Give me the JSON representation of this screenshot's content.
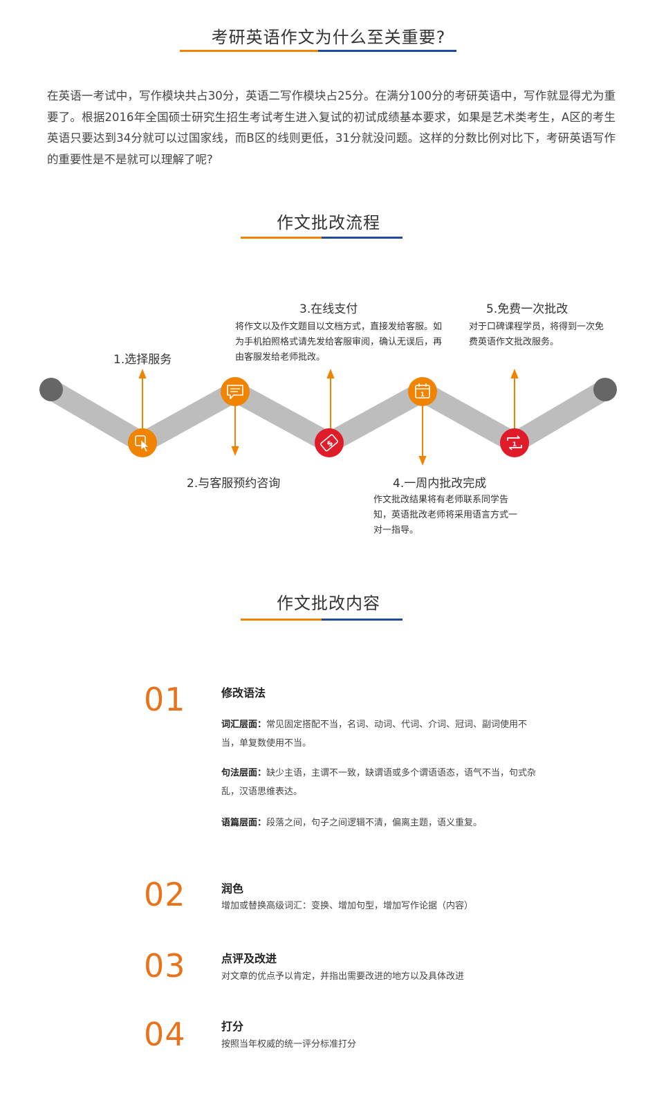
{
  "section1": {
    "title": "考研英语作文为什么至关重要?",
    "paragraph": "在英语一考试中，写作模块共占30分，英语二写作模块占25分。在满分100分的考研英语中，写作就显得尤为重要了。根据2016年全国硕士研究生招生考试考生进入复试的初试成绩基本要求，如果是艺术类考生，A区的考生英语只要达到34分就可以过国家线，而B区的线则更低，31分就没问题。这样的分数比例对比下，考研英语写作的重要性是不是就可以理解了呢?"
  },
  "section2": {
    "title": "作文批改流程",
    "steps": [
      {
        "label": "1.选择服务",
        "desc": "",
        "icon": "cursor-click-icon"
      },
      {
        "label": "2.与客服预约咨询",
        "desc": "",
        "icon": "chat-bubble-icon"
      },
      {
        "label": "3.在线支付",
        "desc": "将作文以及作文题目以文档方式，直接发给客服。如为手机拍照格式请先发给客服审阅，确认无误后，再由客服发给老师批改。",
        "icon": "payment-icon"
      },
      {
        "label": "4.一周内批改完成",
        "desc": "作文批改结果将有老师联系同学告知，英语批改老师将采用语言方式一对一指导。",
        "icon": "calendar-icon"
      },
      {
        "label": "5.免费一次批改",
        "desc": "对于口碑课程学员，将得到一次免费英语作文批改服务。",
        "icon": "repeat-once-icon"
      }
    ]
  },
  "section3": {
    "title": "作文批改内容",
    "items": [
      {
        "num": "01",
        "title": "修改语法",
        "lines": [
          {
            "label": "词汇层面：",
            "text": "常见固定搭配不当，名词、动词、代词、介词、冠词、副词使用不当，单复数使用不当。"
          },
          {
            "label": "句法层面：",
            "text": "缺少主语，主谓不一致，缺谓语或多个谓语语态，语气不当，句式杂乱，汉语思维表达。"
          },
          {
            "label": "语篇层面：",
            "text": "段落之间，句子之间逻辑不清，偏离主题，语义重复。"
          }
        ]
      },
      {
        "num": "02",
        "title": "润色",
        "text": "增加或替换高级词汇：变换、增加句型，增加写作论据（内容）"
      },
      {
        "num": "03",
        "title": "点评及改进",
        "text": "对文章的优点予以肯定，并指出需要改进的地方以及具体改进"
      },
      {
        "num": "04",
        "title": "打分",
        "text": "按照当年权威的统一评分标准打分"
      }
    ]
  },
  "colors": {
    "orange": "#f08300",
    "blue": "#1d4c9c",
    "red": "#e01b2a",
    "track": "#bdbdbd",
    "endpoint": "#666666",
    "number": "#e8731a"
  }
}
